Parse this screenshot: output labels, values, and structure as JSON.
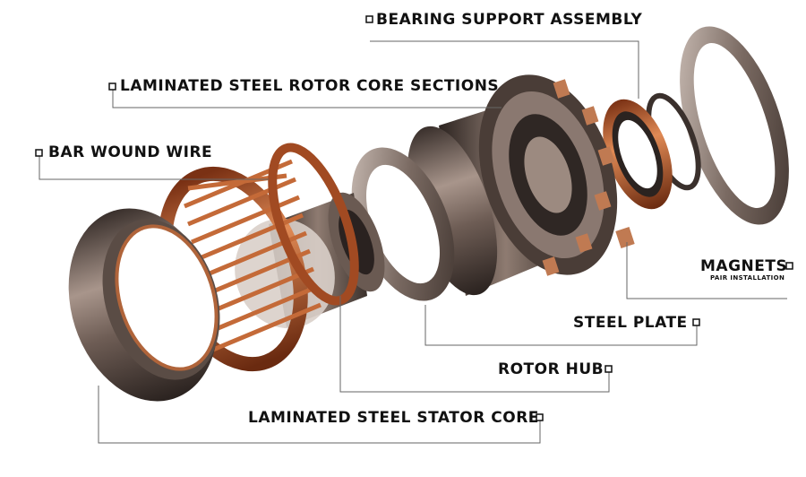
{
  "labels": {
    "bearing_support_assembly": "BEARING SUPPORT ASSEMBLY",
    "laminated_steel_rotor_core_sections": "LAMINATED STEEL ROTOR CORE SECTIONS",
    "bar_wound_wire": "BAR WOUND WIRE",
    "magnets": "MAGNETS",
    "magnets_sub": "PAIR INSTALLATION",
    "steel_plate": "STEEL PLATE",
    "rotor_hub": "ROTOR HUB",
    "laminated_steel_stator_core": "LAMINATED STEEL STATOR CORE"
  },
  "colors": {
    "copper": "#b8562a",
    "copper_light": "#e08a55",
    "steel_dark": "#2c2624",
    "steel_mid": "#6b5e58",
    "steel_light": "#b7aaa3",
    "leader": "#555555"
  }
}
